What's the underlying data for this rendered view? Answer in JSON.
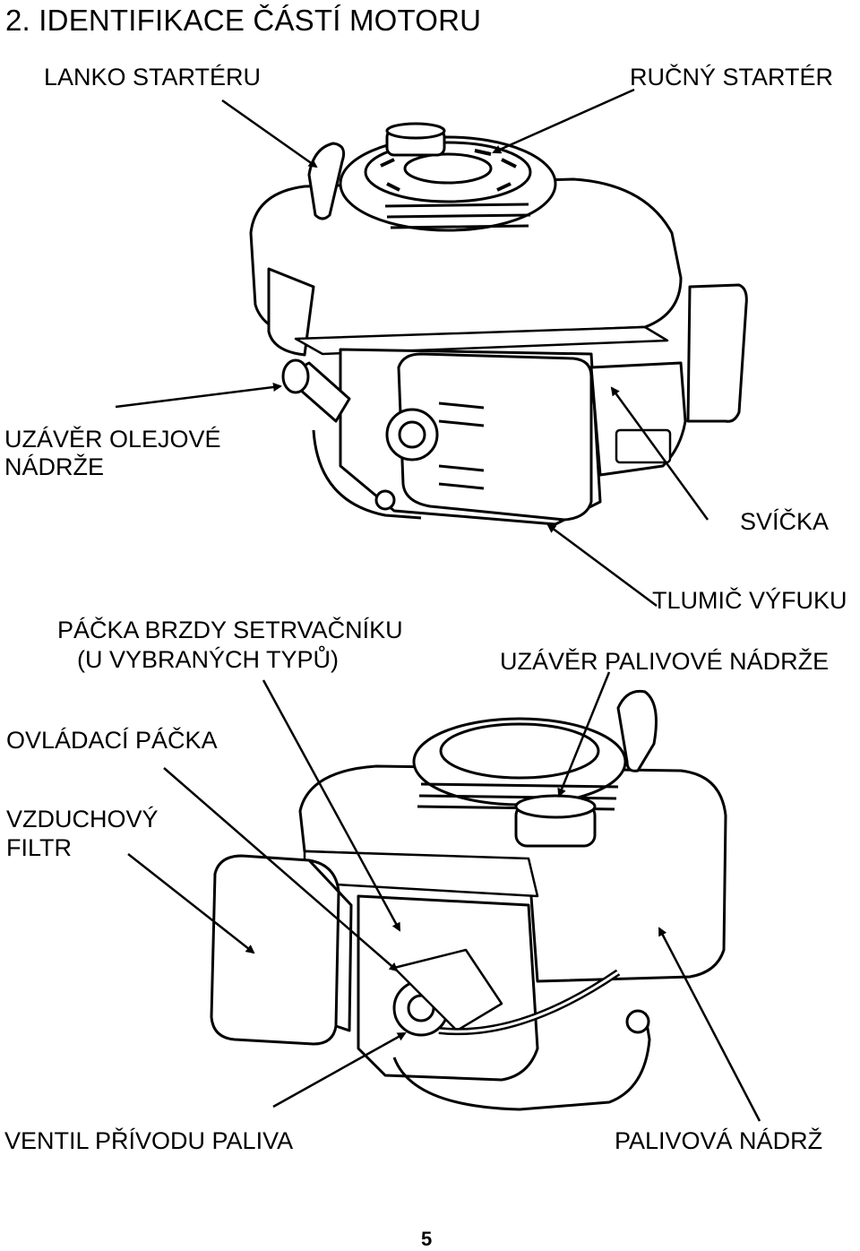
{
  "page_title": "2. IDENTIFIKACE ČÁSTÍ MOTORU",
  "labels": {
    "starter_rope": "LANKO STARTÉRU",
    "recoil_starter": "RUČNÝ STARTÉR",
    "oil_cap_line1": "UZÁVĚR OLEJOVÉ",
    "oil_cap_line2": "NÁDRŽE",
    "spark_plug": "SVÍČKA",
    "brake_lever_line1": "PÁČKA BRZDY SETRVAČNÍKU",
    "brake_lever_line2": "(U VYBRANÝCH TYPŮ)",
    "muffler": "TLUMIČ VÝFUKU",
    "fuel_cap": "UZÁVĚR PALIVOVÉ NÁDRŽE",
    "control_lever": "OVLÁDACÍ PÁČKA",
    "air_filter_line1": "VZDUCHOVÝ",
    "air_filter_line2": "FILTR",
    "fuel_valve": "VENTIL PŘÍVODU PALIVA",
    "fuel_tank": "PALIVOVÁ NÁDRŽ"
  },
  "page_number": "5"
}
